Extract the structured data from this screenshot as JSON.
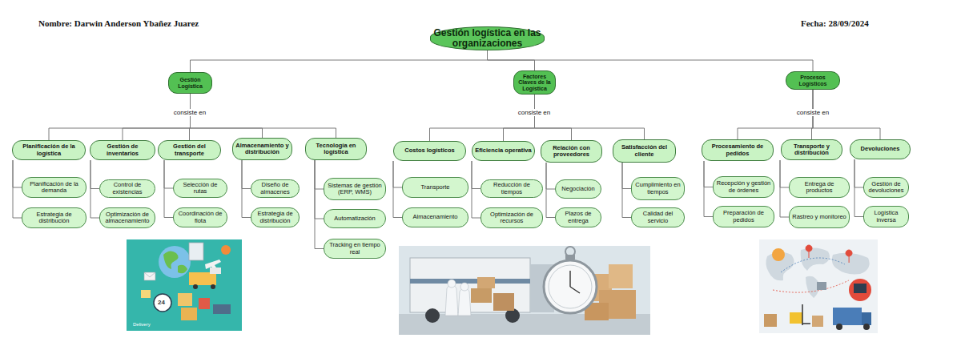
{
  "diagram": {
    "nodes": [
      {
        "text": [
          "Gestión logística en las organizaciones"
        ]
      },
      {
        "text": [
          "Gestión Logística"
        ]
      },
      {
        "text": [
          "Factores Claves de la Logística"
        ]
      },
      {
        "text": [
          "Procesos Logísticos"
        ]
      },
      {
        "text": [
          "Planificación de la logística"
        ]
      },
      {
        "text": [
          "Gestión de inventarios"
        ]
      },
      {
        "text": [
          "Gestión del transporte"
        ]
      },
      {
        "text": [
          "Almacenamiento y distribución"
        ]
      },
      {
        "text": [
          "Tecnología en logística"
        ]
      },
      {
        "text": [
          "Costos logísticos"
        ]
      },
      {
        "text": [
          "Eficiencia operativa"
        ]
      },
      {
        "text": [
          "Relación con proveedores"
        ]
      },
      {
        "text": [
          "Satisfacción del cliente"
        ]
      },
      {
        "text": [
          "Procesamiento de pedidos"
        ]
      },
      {
        "text": [
          "Transporte y distribución"
        ]
      },
      {
        "text": [
          "Devoluciones"
        ]
      },
      {
        "text": [
          "Planificación de la demanda"
        ]
      },
      {
        "text": [
          "Estrategia de distribución"
        ]
      },
      {
        "text": [
          "Control de existencias"
        ]
      },
      {
        "text": [
          "Optimización de almacenamiento"
        ]
      },
      {
        "text": [
          "Selección de rutas"
        ]
      },
      {
        "text": [
          "Coordinación de flota"
        ]
      },
      {
        "text": [
          "Diseño de almacenes"
        ]
      },
      {
        "text": [
          "Estrategia de distribución"
        ]
      },
      {
        "text": [
          "Sistemas de gestión (ERP, WMS)"
        ]
      },
      {
        "text": [
          "Automatización"
        ]
      },
      {
        "text": [
          "Tracking en tiempo real"
        ]
      },
      {
        "text": [
          "Transporte"
        ]
      },
      {
        "text": [
          "Almacenamiento"
        ]
      },
      {
        "text": [
          "Reducción de tiempos"
        ]
      },
      {
        "text": [
          "Optimización de recursos"
        ]
      },
      {
        "text": [
          "Negociación"
        ]
      },
      {
        "text": [
          "Plazos de entrega"
        ]
      },
      {
        "text": [
          "Cumplimiento en tiempos"
        ]
      },
      {
        "text": [
          "Calidad del servicio"
        ]
      },
      {
        "text": [
          "Recepción y gestión de órdenes"
        ]
      },
      {
        "text": [
          "Preparación de pedidos"
        ]
      },
      {
        "text": [
          "Entrega de productos"
        ]
      },
      {
        "text": [
          "Rastreo y monitoreo"
        ]
      },
      {
        "text": [
          "Gestión de devoluciones"
        ]
      },
      {
        "text": [
          "Logística inversa"
        ]
      }
    ],
    "edges": [
      {
        "from": 0,
        "to": 1,
        "arrow": "none"
      },
      {
        "from": 0,
        "to": 2,
        "arrow": "none"
      },
      {
        "from": 0,
        "to": 3,
        "arrow": "none"
      },
      {
        "from": 1,
        "to": 4,
        "arrow": "none"
      },
      {
        "from": 1,
        "to": 5,
        "arrow": "none"
      },
      {
        "from": 1,
        "to": 6,
        "arrow": "none"
      },
      {
        "from": 1,
        "to": 7,
        "arrow": "none"
      },
      {
        "from": 1,
        "to": 8,
        "arrow": "none"
      },
      {
        "from": 2,
        "to": 9,
        "arrow": "none"
      },
      {
        "from": 2,
        "to": 10,
        "arrow": "none"
      },
      {
        "from": 2,
        "to": 11,
        "arrow": "none"
      },
      {
        "from": 2,
        "to": 12,
        "arrow": "none"
      },
      {
        "from": 3,
        "to": 13,
        "arrow": "none"
      },
      {
        "from": 3,
        "to": 14,
        "arrow": "none"
      },
      {
        "from": 3,
        "to": 15,
        "arrow": "none"
      },
      {
        "from": 4,
        "to": 16,
        "arrow": "none"
      },
      {
        "from": 4,
        "to": 17,
        "arrow": "none"
      },
      {
        "from": 5,
        "to": 18,
        "arrow": "none"
      },
      {
        "from": 5,
        "to": 19,
        "arrow": "none"
      },
      {
        "from": 6,
        "to": 20,
        "arrow": "none"
      },
      {
        "from": 6,
        "to": 21,
        "arrow": "none"
      },
      {
        "from": 7,
        "to": 22,
        "arrow": "none"
      },
      {
        "from": 7,
        "to": 23,
        "arrow": "none"
      },
      {
        "from": 8,
        "to": 24,
        "arrow": "none"
      },
      {
        "from": 8,
        "to": 25,
        "arrow": "none"
      },
      {
        "from": 8,
        "to": 26,
        "arrow": "none"
      },
      {
        "from": 9,
        "to": 27,
        "arrow": "none"
      },
      {
        "from": 9,
        "to": 28,
        "arrow": "none"
      },
      {
        "from": 10,
        "to": 29,
        "arrow": "none"
      },
      {
        "from": 10,
        "to": 30,
        "arrow": "none"
      },
      {
        "from": 11,
        "to": 31,
        "arrow": "none"
      },
      {
        "from": 11,
        "to": 32,
        "arrow": "none"
      },
      {
        "from": 12,
        "to": 33,
        "arrow": "none"
      },
      {
        "from": 12,
        "to": 34,
        "arrow": "none"
      },
      {
        "from": 13,
        "to": 35,
        "arrow": "none"
      },
      {
        "from": 13,
        "to": 36,
        "arrow": "none"
      },
      {
        "from": 14,
        "to": 37,
        "arrow": "none"
      },
      {
        "from": 14,
        "to": 38,
        "arrow": "none"
      },
      {
        "from": 15,
        "to": 39,
        "arrow": "none"
      },
      {
        "from": 15,
        "to": 40,
        "arrow": "none"
      }
    ],
    "labels": [
      "Nombre: Darwin Anderson Ybañez Juarez",
      "Fecha: 28/09/2024",
      "consiste en",
      "consiste en",
      "consiste en",
      "24",
      "Delivery"
    ]
  }
}
